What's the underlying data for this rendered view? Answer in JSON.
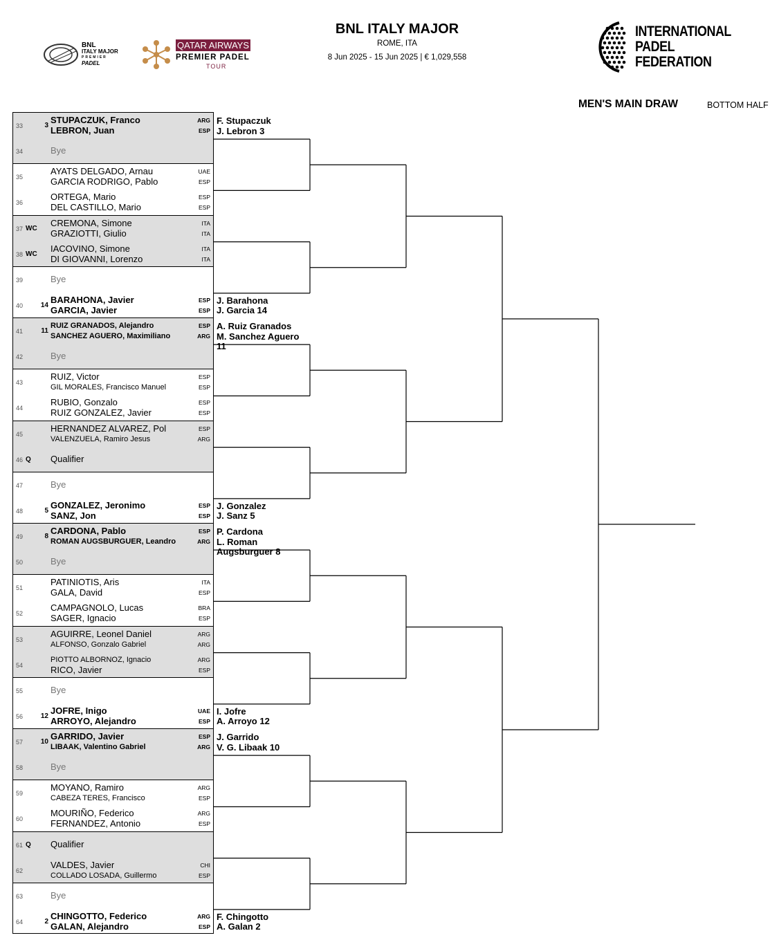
{
  "header": {
    "title": "BNL ITALY MAJOR",
    "location": "ROME, ITA",
    "dates": "8 Jun 2025 - 15 Jun 2025  |  € 1,029,558",
    "draw_title": "MEN'S MAIN DRAW",
    "draw_half": "BOTTOM HALF"
  },
  "logos": {
    "bnl": [
      "BNL",
      "ITALY MAJOR",
      "PREMIER",
      "PADEL"
    ],
    "qatar": "QATAR AIRWAYS",
    "premier": "PREMIER PADEL",
    "tour": "TOUR",
    "ipf": [
      "INTERNATIONAL",
      "PADEL",
      "FEDERATION"
    ]
  },
  "colors": {
    "shade": "#dedede",
    "qatar_maroon": "#7b1e3e"
  },
  "slots": [
    {
      "num": "33",
      "seed": "3",
      "p1": "STUPACZUK, Franco",
      "n1": "ARG",
      "p2": "LEBRON, Juan",
      "n2": "ESP",
      "bold": true
    },
    {
      "num": "34",
      "bye": "Bye"
    },
    {
      "num": "35",
      "p1": "AYATS DELGADO, Arnau",
      "n1": "UAE",
      "p2": "GARCIA RODRIGO, Pablo",
      "n2": "ESP"
    },
    {
      "num": "36",
      "p1": "ORTEGA, Mario",
      "n1": "ESP",
      "p2": "DEL CASTILLO, Mario",
      "n2": "ESP"
    },
    {
      "num": "37",
      "seed": "WC",
      "p1": "CREMONA, Simone",
      "n1": "ITA",
      "p2": "GRAZIOTTI, Giulio",
      "n2": "ITA"
    },
    {
      "num": "38",
      "seed": "WC",
      "p1": "IACOVINO, Simone",
      "n1": "ITA",
      "p2": "DI GIOVANNI, Lorenzo",
      "n2": "ITA"
    },
    {
      "num": "39",
      "bye": "Bye"
    },
    {
      "num": "40",
      "seed": "14",
      "p1": "BARAHONA, Javier",
      "n1": "ESP",
      "p2": "GARCIA, Javier",
      "n2": "ESP",
      "bold": true
    },
    {
      "num": "41",
      "seed": "11",
      "p1": "RUIZ GRANADOS, Alejandro",
      "n1": "ESP",
      "p2": "SANCHEZ AGUERO, Maximiliano",
      "n2": "ARG",
      "bold": true,
      "small": true
    },
    {
      "num": "42",
      "bye": "Bye"
    },
    {
      "num": "43",
      "p1": "RUIZ, Victor",
      "n1": "ESP",
      "p2": "GIL MORALES, Francisco Manuel",
      "n2": "ESP",
      "small2": true
    },
    {
      "num": "44",
      "p1": "RUBIO, Gonzalo",
      "n1": "ESP",
      "p2": "RUIZ GONZALEZ, Javier",
      "n2": "ESP"
    },
    {
      "num": "45",
      "p1": "HERNANDEZ ALVAREZ, Pol",
      "n1": "ESP",
      "p2": "VALENZUELA, Ramiro Jesus",
      "n2": "ARG",
      "small2": true
    },
    {
      "num": "46",
      "seed": "Q",
      "bye": "Qualifier",
      "qual": true
    },
    {
      "num": "47",
      "bye": "Bye"
    },
    {
      "num": "48",
      "seed": "5",
      "p1": "GONZALEZ, Jeronimo",
      "n1": "ESP",
      "p2": "SANZ, Jon",
      "n2": "ESP",
      "bold": true
    },
    {
      "num": "49",
      "seed": "8",
      "p1": "CARDONA, Pablo",
      "n1": "ESP",
      "p2": "ROMAN AUGSBURGUER, Leandro",
      "n2": "ARG",
      "bold": true,
      "small2": true
    },
    {
      "num": "50",
      "bye": "Bye"
    },
    {
      "num": "51",
      "p1": "PATINIOTIS, Aris",
      "n1": "ITA",
      "p2": "GALA, David",
      "n2": "ESP"
    },
    {
      "num": "52",
      "p1": "CAMPAGNOLO, Lucas",
      "n1": "BRA",
      "p2": "SAGER, Ignacio",
      "n2": "ESP"
    },
    {
      "num": "53",
      "p1": "AGUIRRE, Leonel Daniel",
      "n1": "ARG",
      "p2": "ALFONSO, Gonzalo Gabriel",
      "n2": "ARG",
      "small2": true
    },
    {
      "num": "54",
      "p1": "PIOTTO ALBORNOZ, Ignacio",
      "n1": "ARG",
      "p2": "RICO, Javier",
      "n2": "ESP",
      "small1": true
    },
    {
      "num": "55",
      "bye": "Bye"
    },
    {
      "num": "56",
      "seed": "12",
      "p1": "JOFRE, Inigo",
      "n1": "UAE",
      "p2": "ARROYO, Alejandro",
      "n2": "ESP",
      "bold": true
    },
    {
      "num": "57",
      "seed": "10",
      "p1": "GARRIDO, Javier",
      "n1": "ESP",
      "p2": "LIBAAK, Valentino Gabriel",
      "n2": "ARG",
      "bold": true,
      "small2": true
    },
    {
      "num": "58",
      "bye": "Bye"
    },
    {
      "num": "59",
      "p1": "MOYANO, Ramiro",
      "n1": "ARG",
      "p2": "CABEZA TERES, Francisco",
      "n2": "ESP",
      "small2": true
    },
    {
      "num": "60",
      "p1": "MOURIÑO, Federico",
      "n1": "ARG",
      "p2": "FERNANDEZ, Antonio",
      "n2": "ESP"
    },
    {
      "num": "61",
      "seed": "Q",
      "bye": "Qualifier",
      "qual": true
    },
    {
      "num": "62",
      "p1": "VALDES, Javier",
      "n1": "CHI",
      "p2": "COLLADO LOSADA, Guillermo",
      "n2": "ESP",
      "small2": true
    },
    {
      "num": "63",
      "bye": "Bye"
    },
    {
      "num": "64",
      "seed": "2",
      "p1": "CHINGOTTO, Federico",
      "n1": "ARG",
      "p2": "GALAN, Alejandro",
      "n2": "ESP",
      "bold": true
    }
  ],
  "round2": [
    {
      "lines": [
        "F. Stupaczuk",
        "J. Lebron  3"
      ]
    },
    {
      "lines": [
        "",
        ""
      ]
    },
    {
      "lines": [
        "",
        ""
      ]
    },
    {
      "lines": [
        "J. Barahona",
        "J. Garcia  14"
      ]
    },
    {
      "lines": [
        "A. Ruiz Granados",
        "M. Sanchez Aguero",
        "  11"
      ]
    },
    {
      "lines": [
        "",
        ""
      ]
    },
    {
      "lines": [
        "",
        ""
      ]
    },
    {
      "lines": [
        "J. Gonzalez",
        "J. Sanz  5"
      ]
    },
    {
      "lines": [
        "P. Cardona",
        "L. Roman",
        "Augsburguer  8"
      ]
    },
    {
      "lines": [
        "",
        ""
      ]
    },
    {
      "lines": [
        "",
        ""
      ]
    },
    {
      "lines": [
        "I. Jofre",
        "A. Arroyo  12"
      ]
    },
    {
      "lines": [
        "J. Garrido",
        "V. G. Libaak  10"
      ]
    },
    {
      "lines": [
        "",
        ""
      ]
    },
    {
      "lines": [
        "",
        ""
      ]
    },
    {
      "lines": [
        "F. Chingotto",
        "A. Galan  2"
      ]
    }
  ]
}
